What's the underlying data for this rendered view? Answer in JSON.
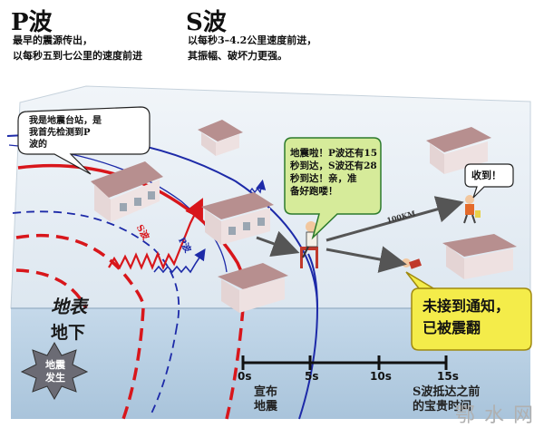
{
  "p_wave": {
    "title": "P波",
    "line1": "最早的震源传出，",
    "line2": "以每秒五到七公里的速度前进"
  },
  "s_wave": {
    "title": "S波",
    "line1": "以每秒3–4.2公里速度前进，",
    "line2": "其振幅、破坏力更强。"
  },
  "station_bubble": [
    "我是地震台站，是",
    "我首先检测到P",
    "波的"
  ],
  "person_bubble": [
    "地震啦！P波还有15",
    "秒到达，S波还有28",
    "秒到达！亲，准",
    "备好跑喽！"
  ],
  "received_bubble": "收到！",
  "not_received_bubble": [
    "未接到通知，",
    "已被震翻"
  ],
  "labels": {
    "s_wave_arc": "S波",
    "p_wave_arc": "P波",
    "distance": "100KM",
    "surface": "地表",
    "underground": "地下",
    "epicenter": [
      "地震",
      "发生"
    ]
  },
  "timeline": {
    "ticks": [
      "0s",
      "5s",
      "10s",
      "15s"
    ],
    "left_caption": [
      "宣布",
      "地震"
    ],
    "right_caption": [
      "S波抵达之前",
      "的宝贵时间"
    ]
  },
  "watermark": "鄂水网",
  "colors": {
    "p_wave": "#1d2aa8",
    "s_wave": "#d8161b",
    "ground_top": "#e6eef5",
    "underground": "#bcd3e6",
    "bubble_green": "#d6eb9a",
    "bubble_yellow": "#f4ec4a"
  }
}
